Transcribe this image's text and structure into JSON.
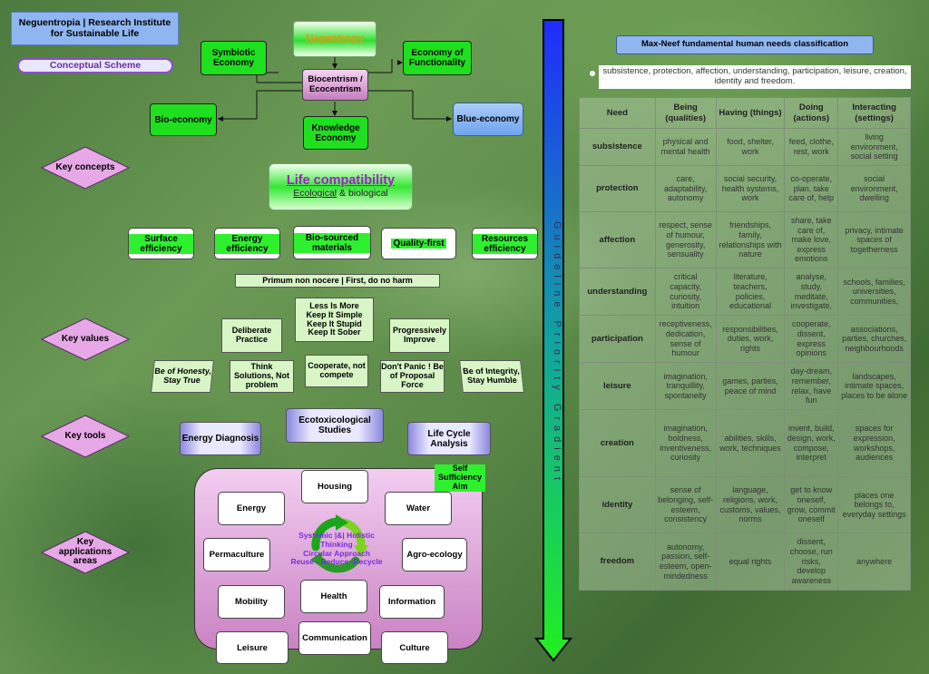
{
  "header": {
    "title": "Neguentropia | Research Institute for Sustainable Life",
    "subtitle": "Conceptual Scheme"
  },
  "top": {
    "negentropy": "Negentropy",
    "center": "Biocentrism / Ecocentrism",
    "symbiotic": "Symbiotic Economy",
    "functionality": "Economy of Functionality",
    "bio": "Bio-economy",
    "blue": "Blue-economy",
    "knowledge": "Knowledge Economy"
  },
  "life": {
    "title": "Life compatibility",
    "ecological": "Ecological",
    "rest": " & biological"
  },
  "concepts": [
    "Surface efficiency",
    "Energy efficiency",
    "Bio-sourced materials",
    "Quality-first",
    "Resources efficiency"
  ],
  "primum": "Primum non nocere | First, do no harm",
  "values": {
    "lessismore": [
      "Less Is More",
      "Keep It Simple",
      "Keep It Stupid",
      "Keep It Sober"
    ],
    "deliberate": "Deliberate Practice",
    "progressively": "Progressively Improve",
    "honesty": "Be of Honesty, Stay True",
    "solutions": "Think Solutions, Not problem",
    "cooperate": "Cooperate, not compete",
    "dontpanic": "Don't Panic ! Be of Proposal Force",
    "integrity": "Be of Integrity, Stay Humble"
  },
  "tools": [
    "Energy Diagnosis",
    "Ecotoxicological Studies",
    "Life Cycle Analysis"
  ],
  "labels": {
    "concepts": "Key concepts",
    "values": "Key values",
    "tools": "Key tools",
    "apps": "Key applications areas"
  },
  "apps": {
    "selfsufficiency": "Self Sufficiency Aim",
    "housing": "Housing",
    "energy": "Energy",
    "water": "Water",
    "permaculture": "Permaculture",
    "agro": "Agro-ecology",
    "mobility": "Mobility",
    "health": "Health",
    "information": "Information",
    "leisure": "Leisure",
    "communication": "Communication",
    "culture": "Culture",
    "center": [
      "Systemic |&| Holistic",
      "Thinking",
      "Circular Approach",
      "Reuse - Reduce -Recycle"
    ]
  },
  "gradient": "Guideline Priority Gradient",
  "maxneef": {
    "title": "Max-Neef fundamental human needs classification",
    "bullet": "subsistence, protection, affection, understanding, participation, leisure, creation, identity and freedom.",
    "headers": [
      "Need",
      "Being (qualities)",
      "Having (things)",
      "Doing (actions)",
      "Interacting (settings)"
    ],
    "rows": [
      [
        "subsistence",
        "physical and mental health",
        "food, shelter, work",
        "feed, clothe, rest, work",
        "living environment, social setting"
      ],
      [
        "protection",
        "care, adaptability, autonomy",
        "social security, health systems, work",
        "co-operate, plan, take care of, help",
        "social environment, dwelling"
      ],
      [
        "affection",
        "respect, sense of humour, generosity, sensuality",
        "friendships, family, relationships with nature",
        "share, take care of, make love, express emotions",
        "privacy, intimate spaces of togetherness"
      ],
      [
        "understanding",
        "critical capacity, curiosity, intuition",
        "literature, teachers, policies, educational",
        "analyse, study, meditate, investigate,",
        "schools, families, universities, communities,"
      ],
      [
        "participation",
        "receptiveness, dedication, sense of humour",
        "responsibilities, duties, work, rights",
        "cooperate, dissent, express opinions",
        "associations, parties, churches, neighbourhoods"
      ],
      [
        "leisure",
        "imagination, tranquillity, spontaneity",
        "games, parties, peace of mind",
        "day-dream, remember, relax, have fun",
        "landscapes, intimate spaces, places to be alone"
      ],
      [
        "creation",
        "imagination, boldness, inventiveness, curiosity",
        "abilities, skills, work, techniques",
        "invent, build, design, work, compose, interpret",
        "spaces for expression, workshops, audiences"
      ],
      [
        "identity",
        "sense of belonging, self-esteem, consistency",
        "language, religions, work, customs, values, norms",
        "get to know oneself, grow, commit oneself",
        "places one belongs to, everyday settings"
      ],
      [
        "freedom",
        "autonomy, passion, self-esteem, open-mindedness",
        "equal rights",
        "dissent, choose, run risks, develop awareness",
        "anywhere"
      ]
    ]
  }
}
